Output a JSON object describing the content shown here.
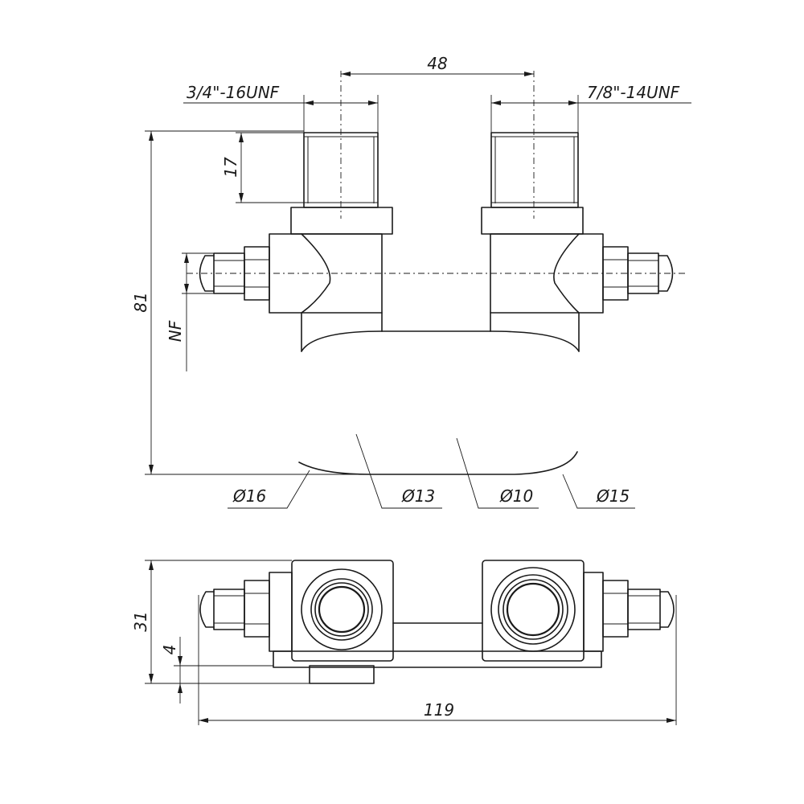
{
  "labels": {
    "dim_48": "48",
    "thread_left": "3/4\"-16UNF",
    "thread_right": "7/8\"-14UNF",
    "dim_17": "17",
    "dim_81": "81",
    "dim_nf": "NF",
    "dia_16": "Ø16",
    "dia_13": "Ø13",
    "dia_10": "Ø10",
    "dia_15": "Ø15",
    "dim_31": "31",
    "dim_4": "4",
    "dim_119": "119"
  }
}
